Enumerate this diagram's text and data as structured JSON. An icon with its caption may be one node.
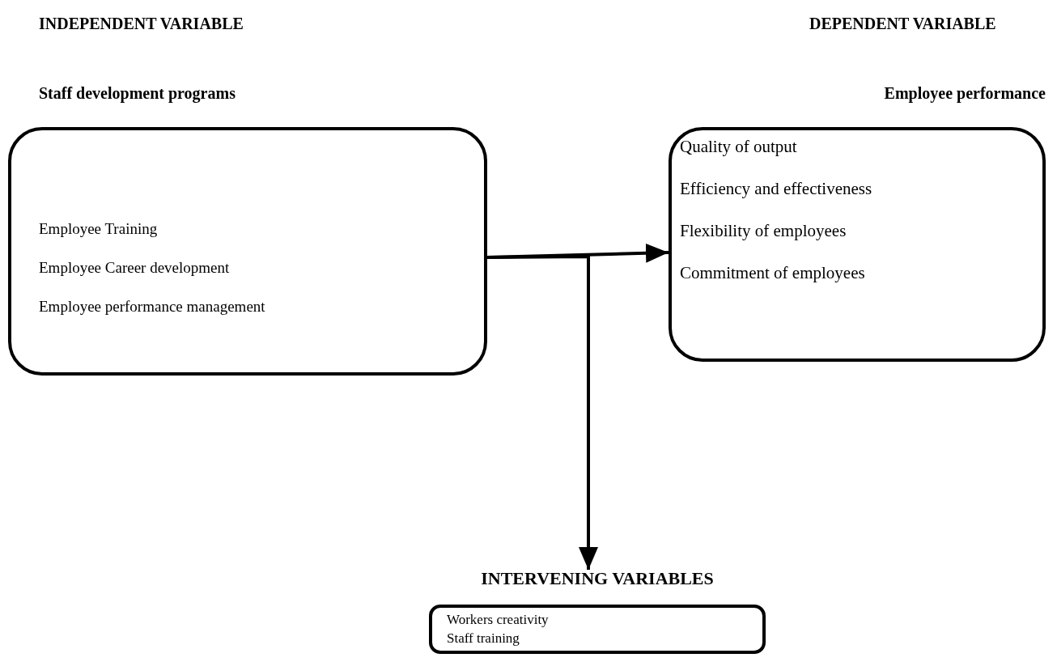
{
  "diagram": {
    "nodes": [
      {
        "text": [
          "Staff development programs",
          "Employee Training",
          "Employee Career development",
          "Employee performance management"
        ]
      },
      {
        "text": [
          "Employee performance",
          "Quality of output",
          "Efficiency and effectiveness",
          "Flexibility of employees",
          "Commitment of employees"
        ]
      },
      {
        "text": [
          "INTERVENING VARIABLES",
          "Workers creativity",
          "Staff training"
        ]
      }
    ],
    "edges": [
      {
        "from": 0,
        "to": 1,
        "arrow": "to"
      },
      {
        "from": 0,
        "to": 2,
        "arrow": "to"
      }
    ],
    "labels": [
      "INDEPENDENT VARIABLE",
      "DEPENDENT VARIABLE"
    ]
  }
}
